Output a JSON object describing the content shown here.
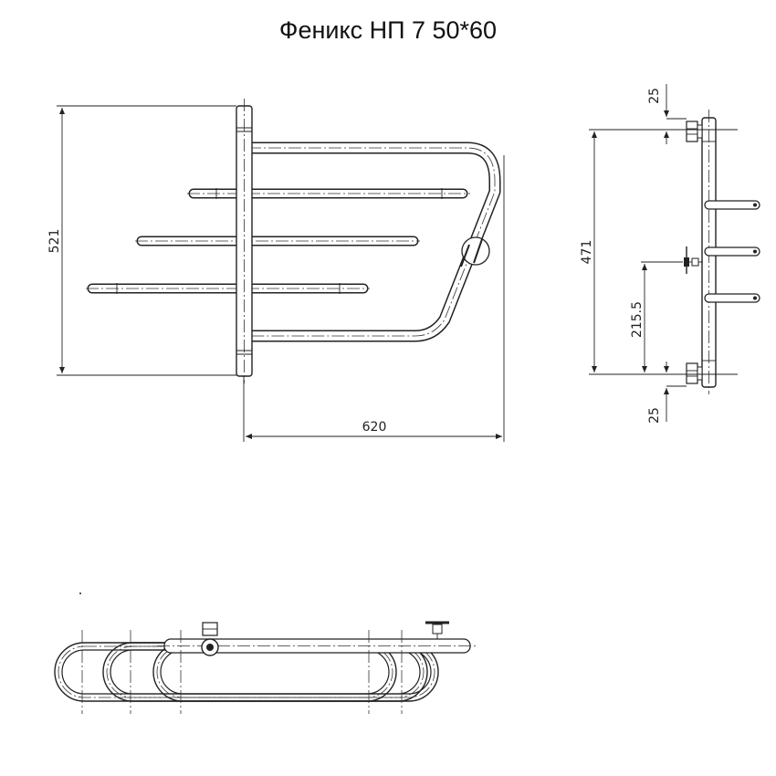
{
  "title": "Феникс НП 7 50*60",
  "dimensions": {
    "front_height": "521",
    "front_width": "620",
    "side_top_offset": "25",
    "side_height": "471",
    "side_connection": "215.5",
    "side_bottom_offset": "25"
  }
}
